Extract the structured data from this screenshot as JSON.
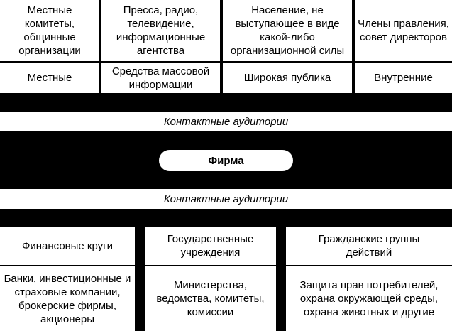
{
  "top_groups": [
    {
      "detail": "Местные комитеты, общинные организации",
      "category": "Местные"
    },
    {
      "detail": "Пресса, радио, телевидение, информационные агентства",
      "category": "Средства массовой информации"
    },
    {
      "detail": "Население, не выступающее в виде какой-либо организационной силы",
      "category": "Широкая публика"
    },
    {
      "detail": "Члены правления, совет директоров",
      "category": "Внутренние"
    }
  ],
  "band_top": "Контактные аудитории",
  "center": "Фирма",
  "band_bottom": "Контактные аудитории",
  "bottom_groups": [
    {
      "category": "Финансовые круги",
      "detail": "Банки, инвестиционные и страховые компании, брокерские фирмы, акционеры"
    },
    {
      "category": "Государственные учреждения",
      "detail": "Министерства, ведомства, комитеты, комиссии"
    },
    {
      "category": "Гражданские группы действий",
      "detail": "Защита прав потребителей, охрана окружающей среды, охрана животных и другие"
    }
  ]
}
